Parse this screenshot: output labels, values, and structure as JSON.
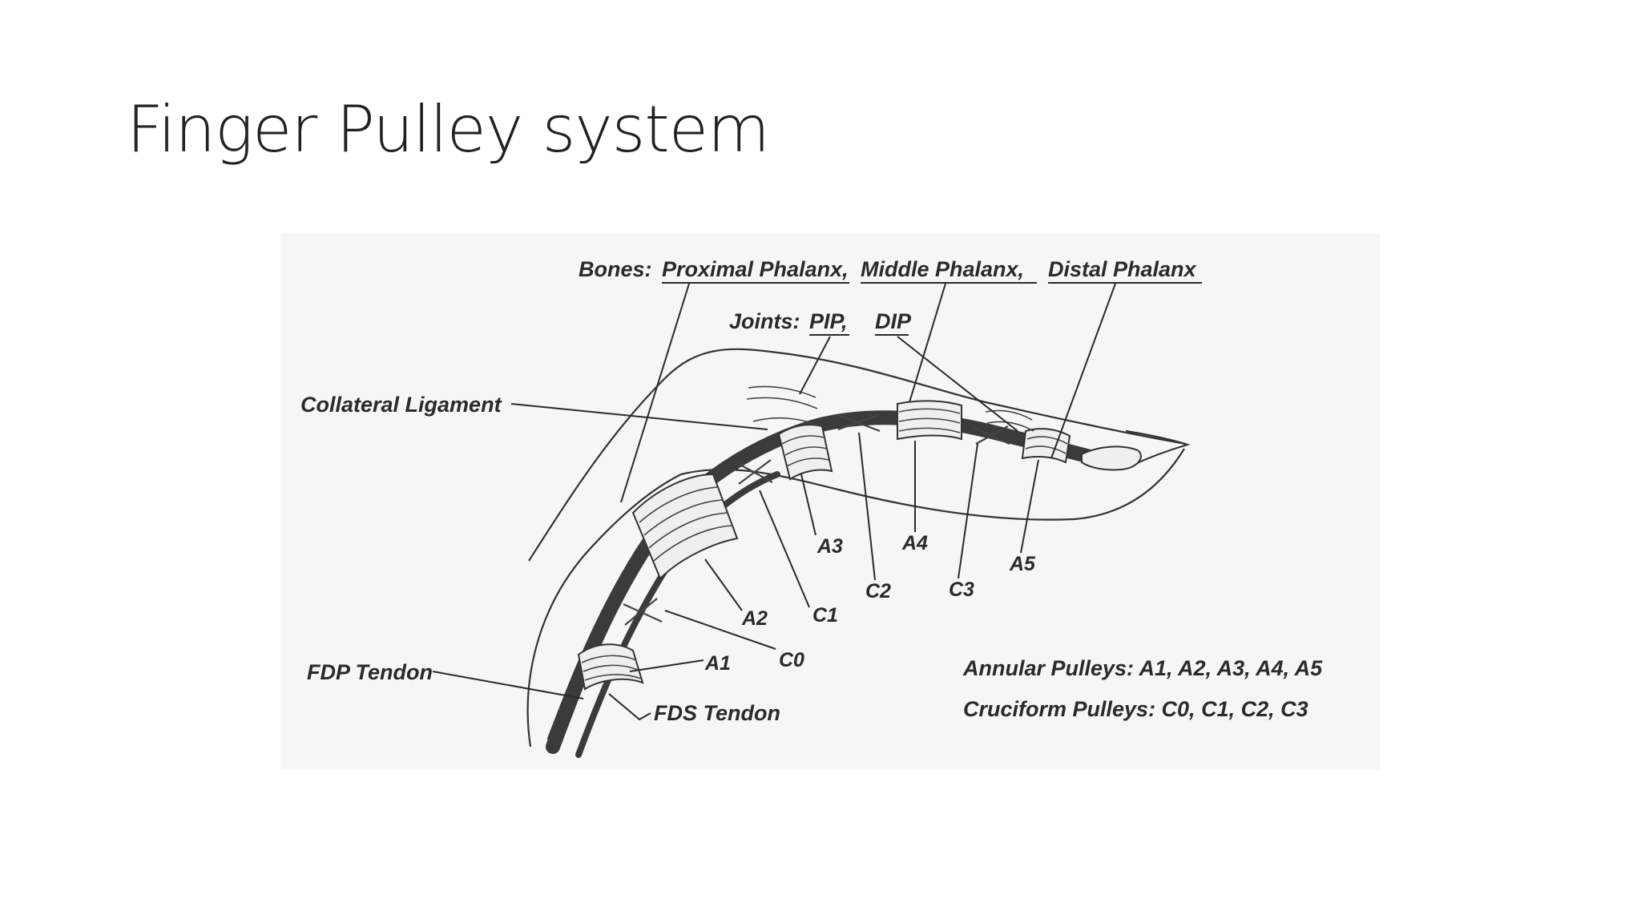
{
  "slide": {
    "title": "Finger Pulley system"
  },
  "diagram": {
    "bones_prefix": "Bones:",
    "bones": [
      "Proximal Phalanx,",
      "Middle Phalanx,",
      "Distal Phalanx"
    ],
    "joints_prefix": "Joints:",
    "joints": [
      "PIP,",
      "DIP"
    ],
    "collateral_ligament": "Collateral Ligament",
    "fdp_tendon": "FDP Tendon",
    "fds_tendon": "FDS Tendon",
    "pulleys": {
      "a1": "A1",
      "a2": "A2",
      "a3": "A3",
      "a4": "A4",
      "a5": "A5",
      "c0": "C0",
      "c1": "C1",
      "c2": "C2",
      "c3": "C3"
    },
    "legend": {
      "annular": "Annular Pulleys: A1, A2, A3, A4, A5",
      "cruciform": "Cruciform Pulleys: C0, C1, C2, C3"
    }
  }
}
